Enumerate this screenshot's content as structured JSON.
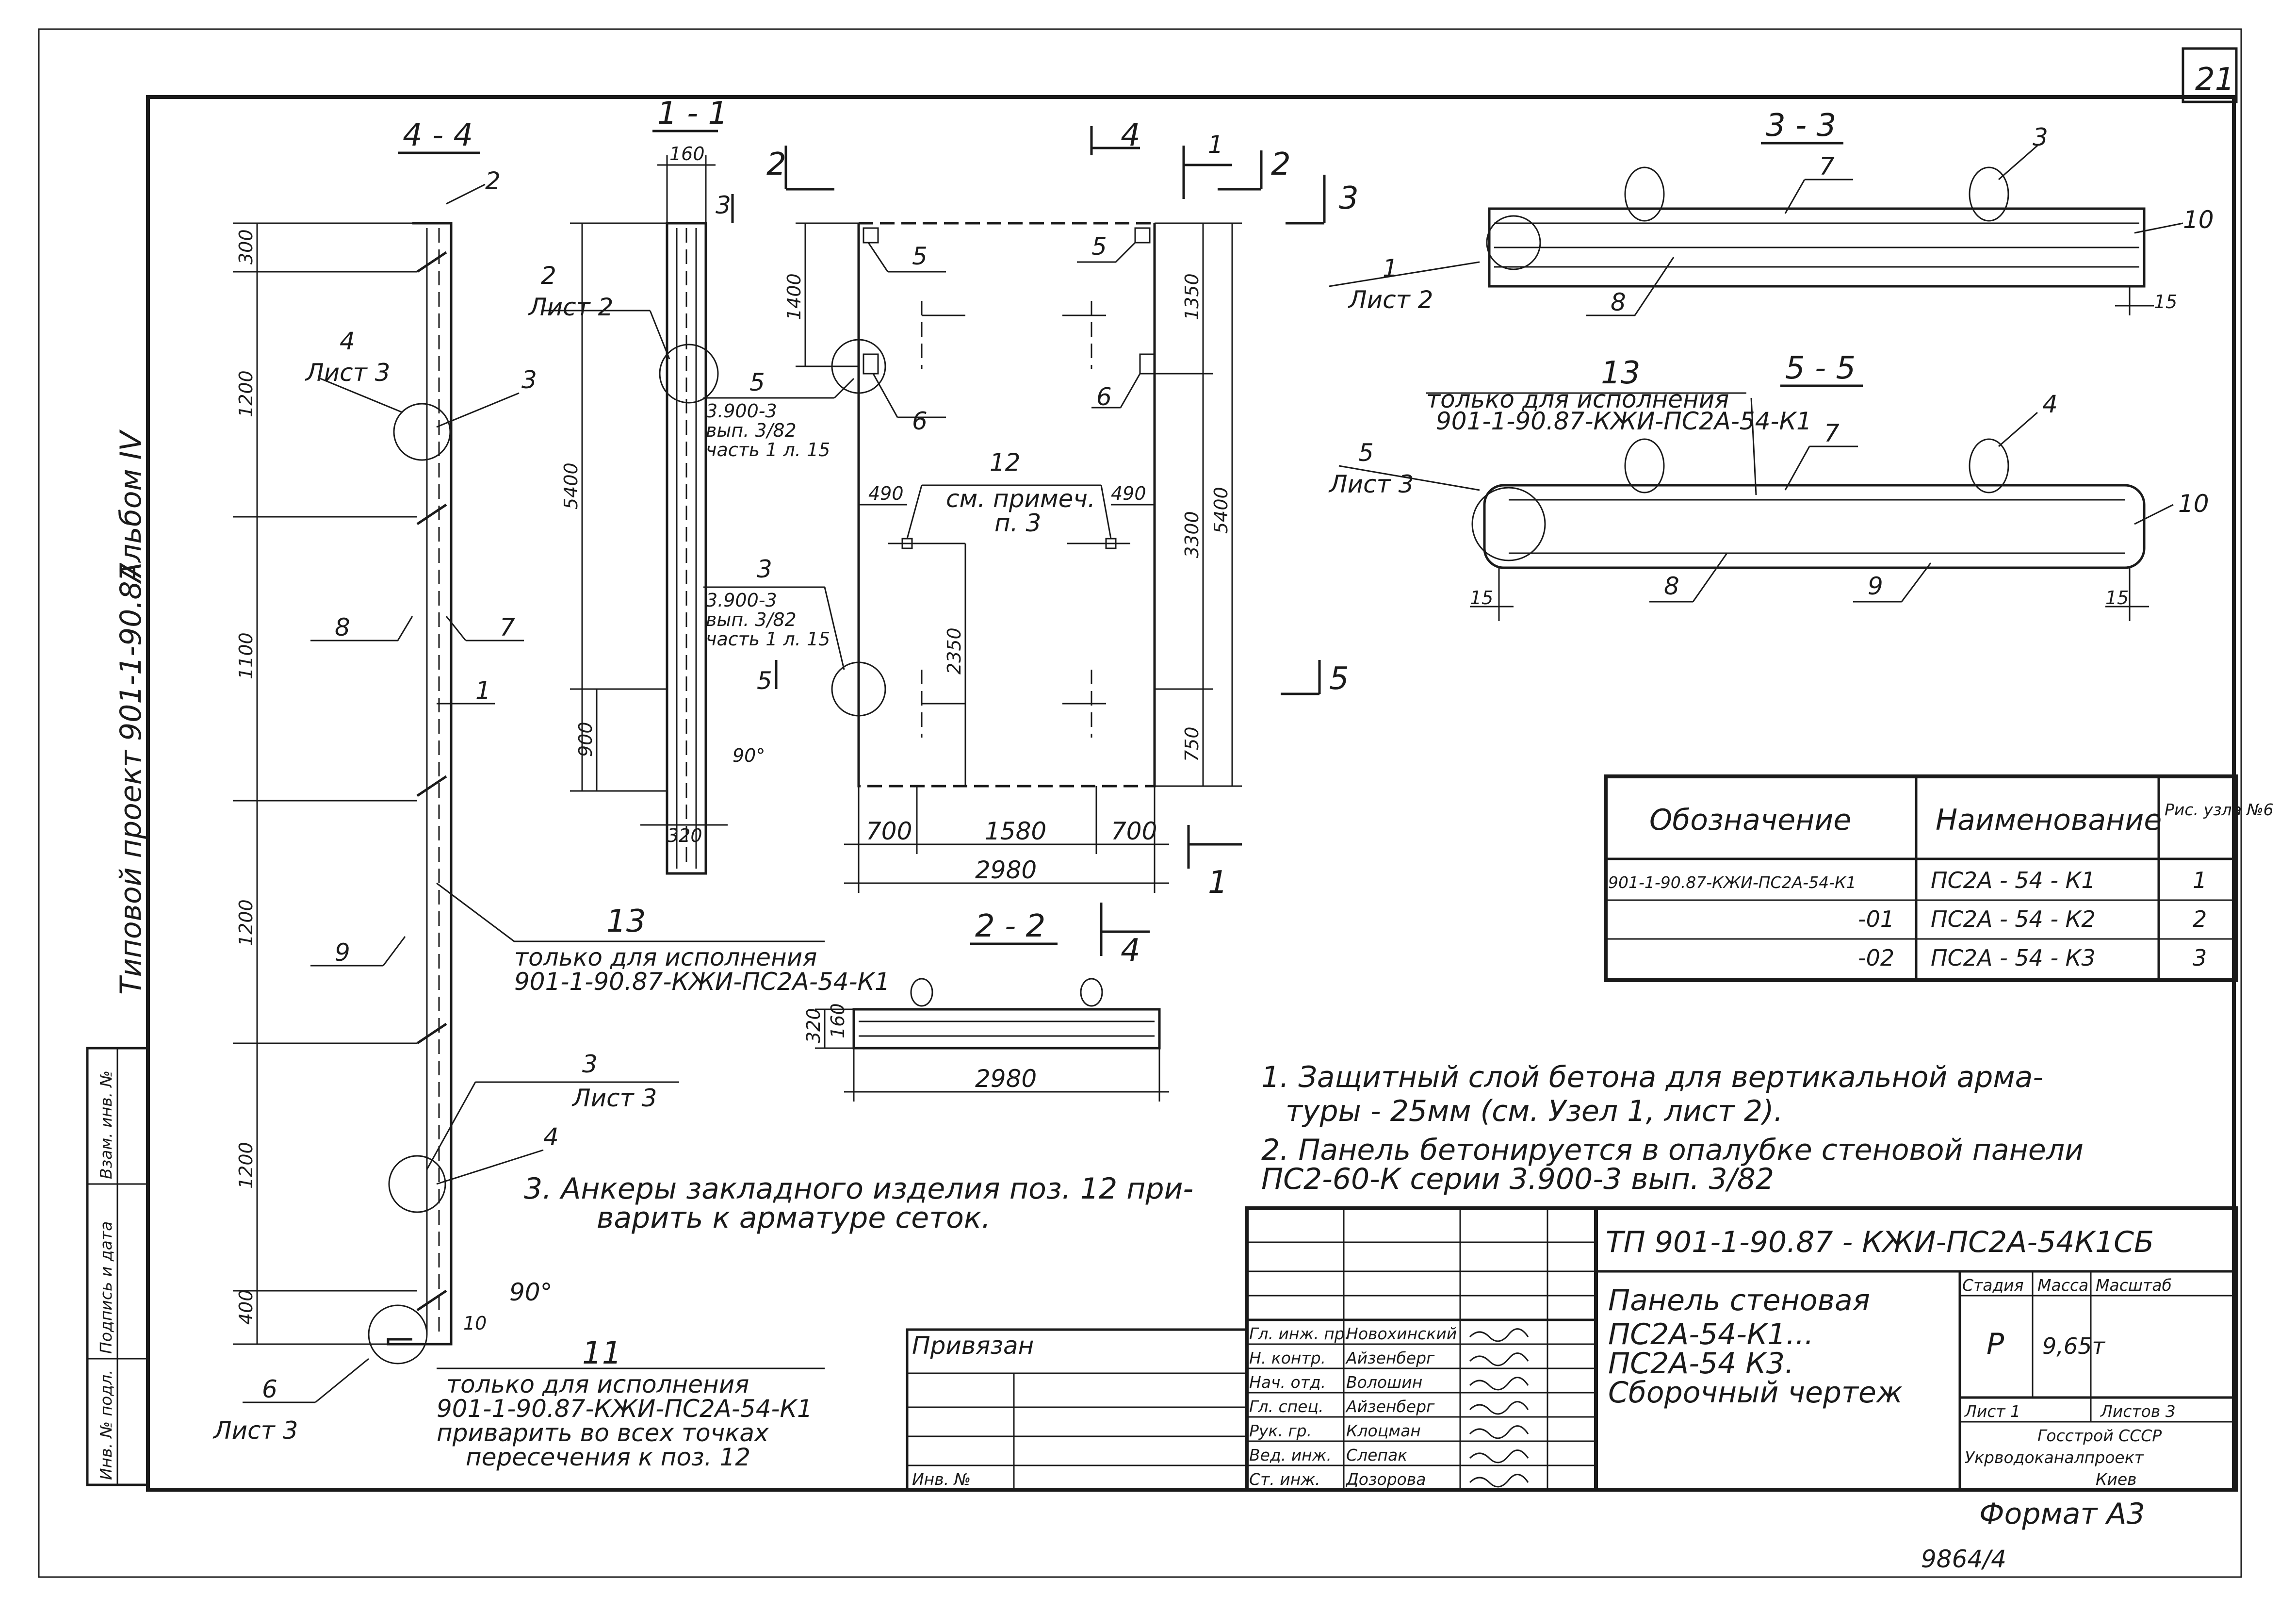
{
  "sheet": {
    "number": "21",
    "side_project": "Типовой проект 901-1-90.87",
    "side_album": "Альбом  IV",
    "side_cols": [
      "Инв. № подл.",
      "Подпись и дата",
      "Взам. инв. №"
    ],
    "format": "Формат А3",
    "inventory": "9864/4"
  },
  "sections": {
    "s44": "4 - 4",
    "s11": "1 - 1",
    "s22": "2 - 2",
    "s33": "3 - 3",
    "s55": "5 - 5"
  },
  "dims": {
    "d300": "300",
    "d1200a": "1200",
    "d1100": "1100",
    "d1200b": "1200",
    "d1200c": "1200",
    "d400": "400",
    "d160": "160",
    "d5400a": "5400",
    "d900": "900",
    "d320": "320",
    "d90a": "90°",
    "d90b": "90°",
    "d10": "10",
    "d1400": "1400",
    "d2350": "2350",
    "d490a": "490",
    "d490b": "490",
    "d1350": "1350",
    "d3300": "3300",
    "d5400b": "5400",
    "d750": "750",
    "d700a": "700",
    "d1580": "1580",
    "d700b": "700",
    "d2980a": "2980",
    "d320b": "320",
    "d160b": "160",
    "d2980b": "2980",
    "d15a": "15",
    "d15b": "15",
    "d15c": "15"
  },
  "callouts": {
    "c2_44": "2",
    "c4_44": "4",
    "c4_44_sheet": "Лист 3",
    "c3_44": "3",
    "c8_44": "8",
    "c7_44": "7",
    "c1_44": "1",
    "c9_44": "9",
    "c13_44": "13",
    "c13_44_text1": "только для исполнения",
    "c13_44_text2": "901-1-90.87-КЖИ-ПС2А-54-К1",
    "c3b_44": "3",
    "c3b_44_sheet": "Лист 3",
    "c4b_44": "4",
    "c6_44": "6",
    "c6_44_sheet": "Лист 3",
    "c11": "11",
    "c11_text1": "только для исполнения",
    "c11_text2": "901-1-90.87-КЖИ-ПС2А-54-К1",
    "c11_text3": "приварить во всех точках",
    "c11_text4": "пересечения к поз. 12",
    "c2_11": "2",
    "c2_11_sheet": "Лист 2",
    "c3_top": "3",
    "c5_mid": "5",
    "c5_ref1": "3.900-3",
    "c5_ref2": "вып. 3/82",
    "c5_ref3": "часть 1 л. 15",
    "c3_mid": "3",
    "c3_ref1": "3.900-3",
    "c3_ref2": "вып. 3/82",
    "c3_ref3": "часть 1 л. 15",
    "c5_cut": "5",
    "c5a": "5",
    "c5b": "5",
    "c6a": "6",
    "c6b": "6",
    "c12": "12",
    "c12_note1": "см. примеч.",
    "c12_note2": "п. 3",
    "cut2_top": "2",
    "cut4_top": "4",
    "cut1_top": "1",
    "cut2_top2": "2",
    "cut3_top": "3",
    "cut5_right": "5",
    "cut1_right": "1",
    "cut4_bot": "4",
    "c3_33a": "3",
    "c7_33": "7",
    "c10_33": "10",
    "c1_33": "1",
    "c1_33_sheet": "Лист 2",
    "c8_33": "8",
    "c13_55": "13",
    "c13_55_text1": "только для исполнения",
    "c13_55_text2": "901-1-90.87-КЖИ-ПС2А-54-К1",
    "c4_55": "4",
    "c7_55": "7",
    "c5_55": "5",
    "c5_55_sheet": "Лист 3",
    "c10_55": "10",
    "c8_55": "8",
    "c9_55": "9"
  },
  "spec_table": {
    "headers": [
      "Обозначение",
      "Наименование",
      "Рис. узла №6"
    ],
    "rows": [
      [
        "901-1-90.87-КЖИ-ПС2А-54-К1",
        "ПС2А - 54 - К1",
        "1"
      ],
      [
        "-01",
        "ПС2А - 54 - К2",
        "2"
      ],
      [
        "-02",
        "ПС2А - 54 - К3",
        "3"
      ]
    ]
  },
  "notes": {
    "n1a": "1. Защитный слой бетона для вертикальной арма-",
    "n1b": "туры - 25мм (см. Узел 1, лист 2).",
    "n2a": "2. Панель бетонируется в опалубке стеновой панели",
    "n2b": "ПС2-60-К  серии 3.900-3 вып. 3/82",
    "n3a": "3. Анкеры закладного изделия поз. 12 при-",
    "n3b": "варить к арматуре сеток."
  },
  "title_block": {
    "code": "ТП 901-1-90.87 - КЖИ-ПС2А-54К1СБ",
    "title1": "Панель  стеновая",
    "title2": "ПС2А-54-К1...",
    "title3": "ПС2А-54 К3.",
    "title4": "Сборочный чертеж",
    "stage_h": "Стадия",
    "mass_h": "Масса",
    "scale_h": "Масштаб",
    "stage": "Р",
    "mass": "9,65т",
    "sheet_l": "Лист 1",
    "sheets_l": "Листов 3",
    "org1": "Госстрой СССР",
    "org2": "Укрводоканалпроект",
    "org3": "Киев",
    "privyazan": "Привязан",
    "inv_no": "Инв. №",
    "people": [
      [
        "Гл. инж. пр.",
        "Новохинский"
      ],
      [
        "Н. контр.",
        "Айзенберг"
      ],
      [
        "Нач. отд.",
        "Волошин"
      ],
      [
        "Гл. спец.",
        "Айзенберг"
      ],
      [
        "Рук. гр.",
        "Клоцман"
      ],
      [
        "Вед. инж.",
        "Слепак"
      ],
      [
        "Ст. инж.",
        "Дозорова"
      ]
    ]
  }
}
